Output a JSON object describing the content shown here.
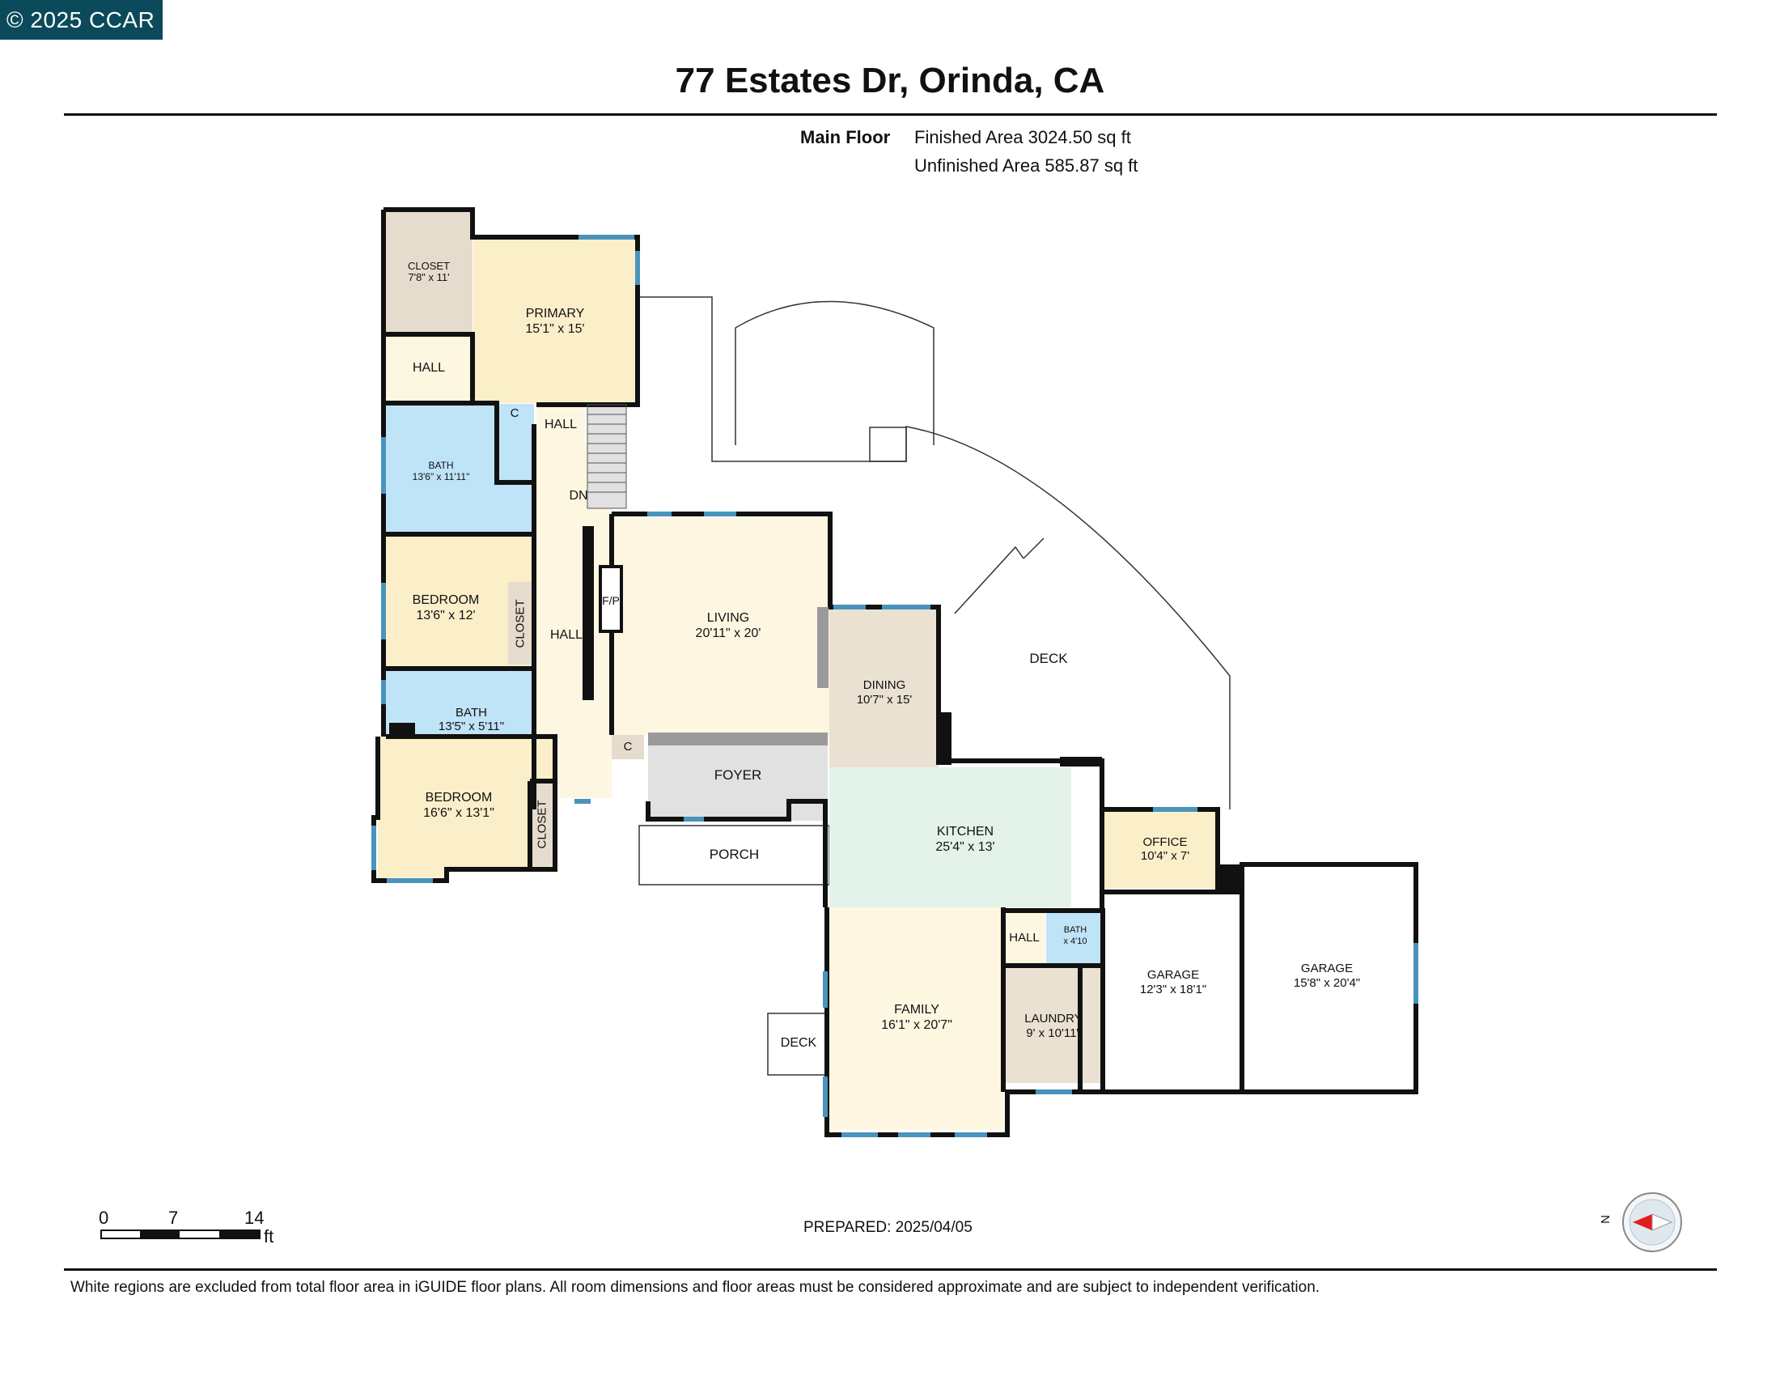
{
  "badge": "© 2025 CCAR",
  "title": "77 Estates Dr, Orinda, CA",
  "floor": {
    "name": "Main Floor",
    "finished": "Finished Area 3024.50 sq ft",
    "unfinished": "Unfinished Area 585.87 sq ft"
  },
  "rooms": {
    "closet_primary": {
      "name": "CLOSET",
      "dim": "7'8\" x 11'"
    },
    "primary": {
      "name": "PRIMARY",
      "dim": "15'1\" x 15'"
    },
    "hall_a": {
      "name": "HALL"
    },
    "c_a": {
      "name": "C"
    },
    "hall_b": {
      "name": "HALL"
    },
    "bath_a": {
      "name": "BATH",
      "dim": "13'6\" x 11'11\""
    },
    "dn": {
      "name": "DN"
    },
    "bedroom_a": {
      "name": "BEDROOM",
      "dim": "13'6\" x 12'"
    },
    "closet_a": {
      "name": "CLOSET"
    },
    "hall_main": {
      "name": "HALL"
    },
    "fp": {
      "name": "F/P"
    },
    "living": {
      "name": "LIVING",
      "dim": "20'11\" x 20'"
    },
    "bath_b": {
      "name": "BATH",
      "dim": "13'5\" x 5'11\""
    },
    "c_b": {
      "name": "C"
    },
    "foyer": {
      "name": "FOYER"
    },
    "porch": {
      "name": "PORCH"
    },
    "bedroom_b": {
      "name": "BEDROOM",
      "dim": "16'6\" x 13'1\""
    },
    "closet_b": {
      "name": "CLOSET"
    },
    "dining": {
      "name": "DINING",
      "dim": "10'7\" x 15'"
    },
    "deck_main": {
      "name": "DECK"
    },
    "kitchen": {
      "name": "KITCHEN",
      "dim": "25'4\" x 13'"
    },
    "office": {
      "name": "OFFICE",
      "dim": "10'4\" x 7'"
    },
    "hall_c": {
      "name": "HALL"
    },
    "bath_c": {
      "name": "BATH",
      "dim": "x 4'10"
    },
    "family": {
      "name": "FAMILY",
      "dim": "16'1\" x 20'7\""
    },
    "deck_small": {
      "name": "DECK"
    },
    "laundry": {
      "name": "LAUNDRY",
      "dim": "9' x 10'11\""
    },
    "garage_a": {
      "name": "GARAGE",
      "dim": "12'3\" x 18'1\""
    },
    "garage_b": {
      "name": "GARAGE",
      "dim": "15'8\" x 20'4\""
    }
  },
  "scale": {
    "t0": "0",
    "t1": "7",
    "t2": "14",
    "unit": "ft"
  },
  "prepared": "PREPARED: 2025/04/05",
  "compass": "N",
  "disclaimer": "White regions are excluded from total floor area in iGUIDE floor plans. All room dimensions and floor areas must be considered approximate and are subject to independent verification.",
  "colors": {
    "bedroom": "#fbefc9",
    "bath": "#bfe3f7",
    "closet": "#e6dccd",
    "living": "#fdf7e1",
    "kitchen": "#e4f3ea",
    "foyer": "#e1e1e1",
    "wall": "#111111",
    "window": "#4a93bd",
    "badge": "#0b4a5a"
  }
}
